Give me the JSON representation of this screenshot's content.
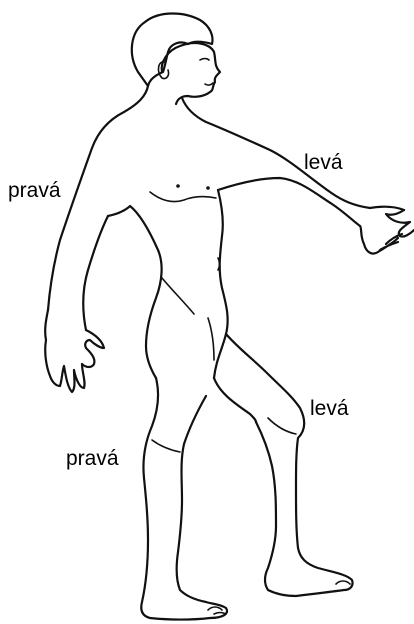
{
  "labels": {
    "right_arm": "pravá",
    "left_arm": "levá",
    "left_leg": "levá",
    "right_leg": "pravá"
  },
  "colors": {
    "background": "#ffffff",
    "line": "#111111",
    "text": "#000000"
  }
}
